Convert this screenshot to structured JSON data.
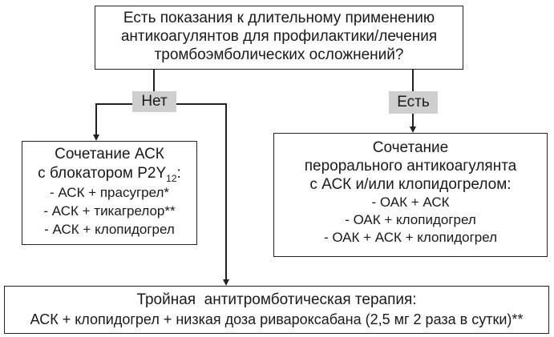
{
  "question": {
    "lines": [
      "Есть показания к длительному применению",
      "антикоагулянтов для профилактики/лечения",
      "тромбоэмболических осложнений?"
    ]
  },
  "branch_no": {
    "label": "Нет"
  },
  "branch_yes": {
    "label": "Есть"
  },
  "left_box": {
    "title_line1": "Сочетание АСК",
    "title_line2_prefix": "с блокатором P2Y",
    "title_line2_sub": "12",
    "title_line2_suffix": ":",
    "items": [
      "- АСК + прасугрел*",
      "- АСК + тикагрелор**",
      "- АСК + клопидогрел"
    ]
  },
  "right_box": {
    "title_lines": [
      "Сочетание",
      "перорального антикоагулянта",
      "с АСК и/или клопидогрелом:"
    ],
    "items": [
      "- ОАК + АСК",
      "- ОАК + клопидогрел",
      "- ОАК + АСК + клопидогрел"
    ]
  },
  "bottom_box": {
    "title": "Тройная  антитромботическая терапия:",
    "detail": "АСК + клопидогрел + низкая доза ривароксабана (2,5 мг 2 раза в сутки)**"
  }
}
